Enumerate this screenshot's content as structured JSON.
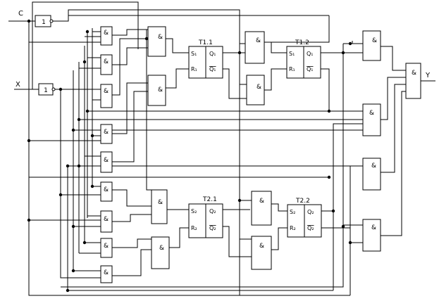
{
  "inputs": {
    "c": "C",
    "x": "X"
  },
  "output": {
    "y": "Y"
  },
  "symbols": {
    "or": "1",
    "and": "&"
  },
  "flipflops": [
    {
      "title": "T1.1",
      "s": "S₁",
      "r": "R₁",
      "q": "Q₁",
      "qn": "Q₁"
    },
    {
      "title": "T1.2",
      "s": "S₁",
      "r": "R₁",
      "q": "Q₁",
      "qn": "Q₁"
    },
    {
      "title": "T2.1",
      "s": "S₂",
      "r": "R₂",
      "q": "Q₂",
      "qn": "Q₂"
    },
    {
      "title": "T2.2",
      "s": "S₂",
      "r": "R₂",
      "q": "Q₂",
      "qn": "Q₂"
    }
  ]
}
